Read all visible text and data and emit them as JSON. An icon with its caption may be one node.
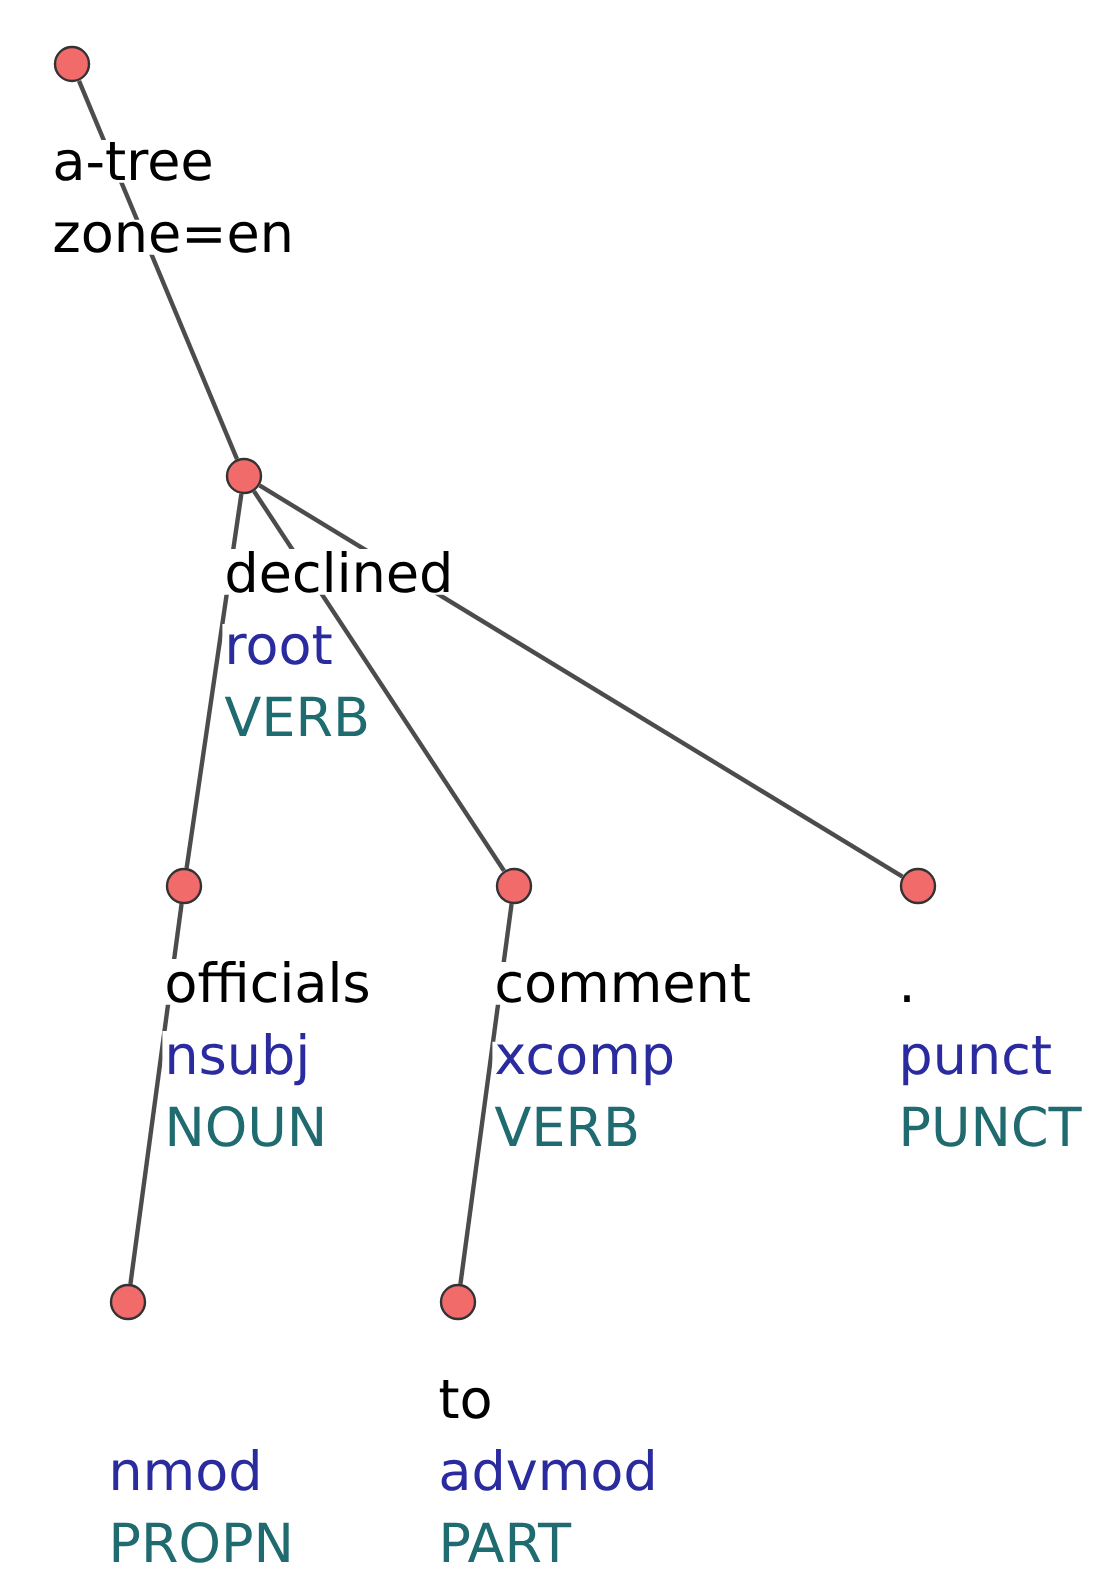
{
  "diagram": {
    "nodes": [
      {
        "text": [
          "a-tree",
          "zone=en"
        ]
      },
      {
        "text": [
          "declined",
          "root",
          "VERB"
        ]
      },
      {
        "text": [
          "officials",
          "nsubj",
          "NOUN"
        ]
      },
      {
        "text": [
          "comment",
          "xcomp",
          "VERB"
        ]
      },
      {
        "text": [
          ".",
          "punct",
          "PUNCT"
        ]
      },
      {
        "text": [
          "nmod",
          "PROPN"
        ]
      },
      {
        "text": [
          "to",
          "advmod",
          "PART"
        ]
      }
    ],
    "edges": [
      {
        "from": 0,
        "to": 1,
        "arrow": "none"
      },
      {
        "from": 1,
        "to": 2,
        "arrow": "none"
      },
      {
        "from": 1,
        "to": 3,
        "arrow": "none"
      },
      {
        "from": 1,
        "to": 4,
        "arrow": "none"
      },
      {
        "from": 2,
        "to": 5,
        "arrow": "none"
      },
      {
        "from": 3,
        "to": 6,
        "arrow": "none"
      }
    ]
  }
}
